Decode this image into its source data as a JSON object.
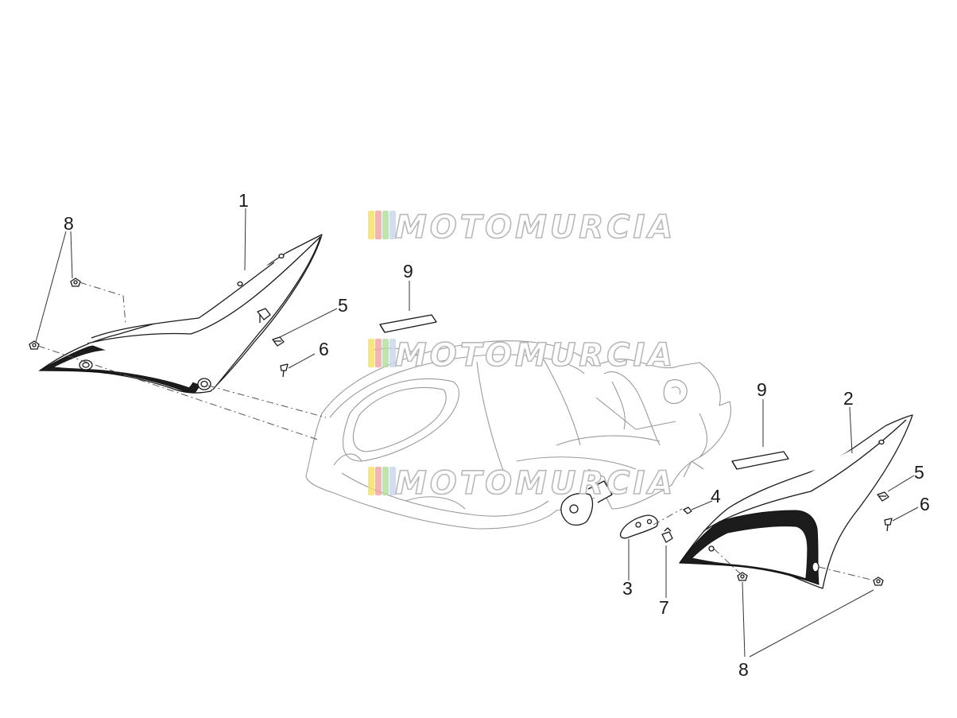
{
  "diagram": {
    "watermark": "MOTOMURCIA",
    "watermark_colors": [
      "#f4e26a",
      "#f2a7a7",
      "#b5df9c",
      "#c9d8ee"
    ],
    "callouts": [
      {
        "id": "c1",
        "label": "1"
      },
      {
        "id": "c2",
        "label": "2"
      },
      {
        "id": "c3",
        "label": "3"
      },
      {
        "id": "c4",
        "label": "4"
      },
      {
        "id": "c5a",
        "label": "5"
      },
      {
        "id": "c5b",
        "label": "5"
      },
      {
        "id": "c6a",
        "label": "6"
      },
      {
        "id": "c6b",
        "label": "6"
      },
      {
        "id": "c7",
        "label": "7"
      },
      {
        "id": "c8a",
        "label": "8"
      },
      {
        "id": "c8b",
        "label": "8"
      },
      {
        "id": "c9a",
        "label": "9"
      },
      {
        "id": "c9b",
        "label": "9"
      }
    ]
  }
}
